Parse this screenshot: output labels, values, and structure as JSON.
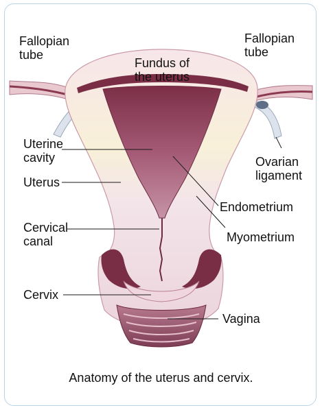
{
  "colors": {
    "pale_tissue": "#f6e2e6",
    "cream_band": "#f5efcf",
    "dark_muscle": "#7a2e45",
    "inner_cavity": "#a64f6b",
    "mauve": "#c58a9c",
    "leader_line": "#1a1a1a",
    "frame": "#b9d3e6"
  },
  "labels": {
    "fallopian_left": [
      "Fallopian",
      "tube"
    ],
    "fallopian_right": [
      "Fallopian",
      "tube"
    ],
    "fundus": [
      "Fundus of",
      "the uterus"
    ],
    "uterine_cavity": [
      "Uterine",
      "cavity"
    ],
    "uterus": "Uterus",
    "ovarian_ligament": [
      "Ovarian",
      "ligament"
    ],
    "endometrium": "Endometrium",
    "myometrium": "Myometrium",
    "cervical_canal": [
      "Cervical",
      "canal"
    ],
    "cervix": "Cervix",
    "vagina": "Vagina"
  },
  "caption": "Anatomy of the uterus and cervix."
}
